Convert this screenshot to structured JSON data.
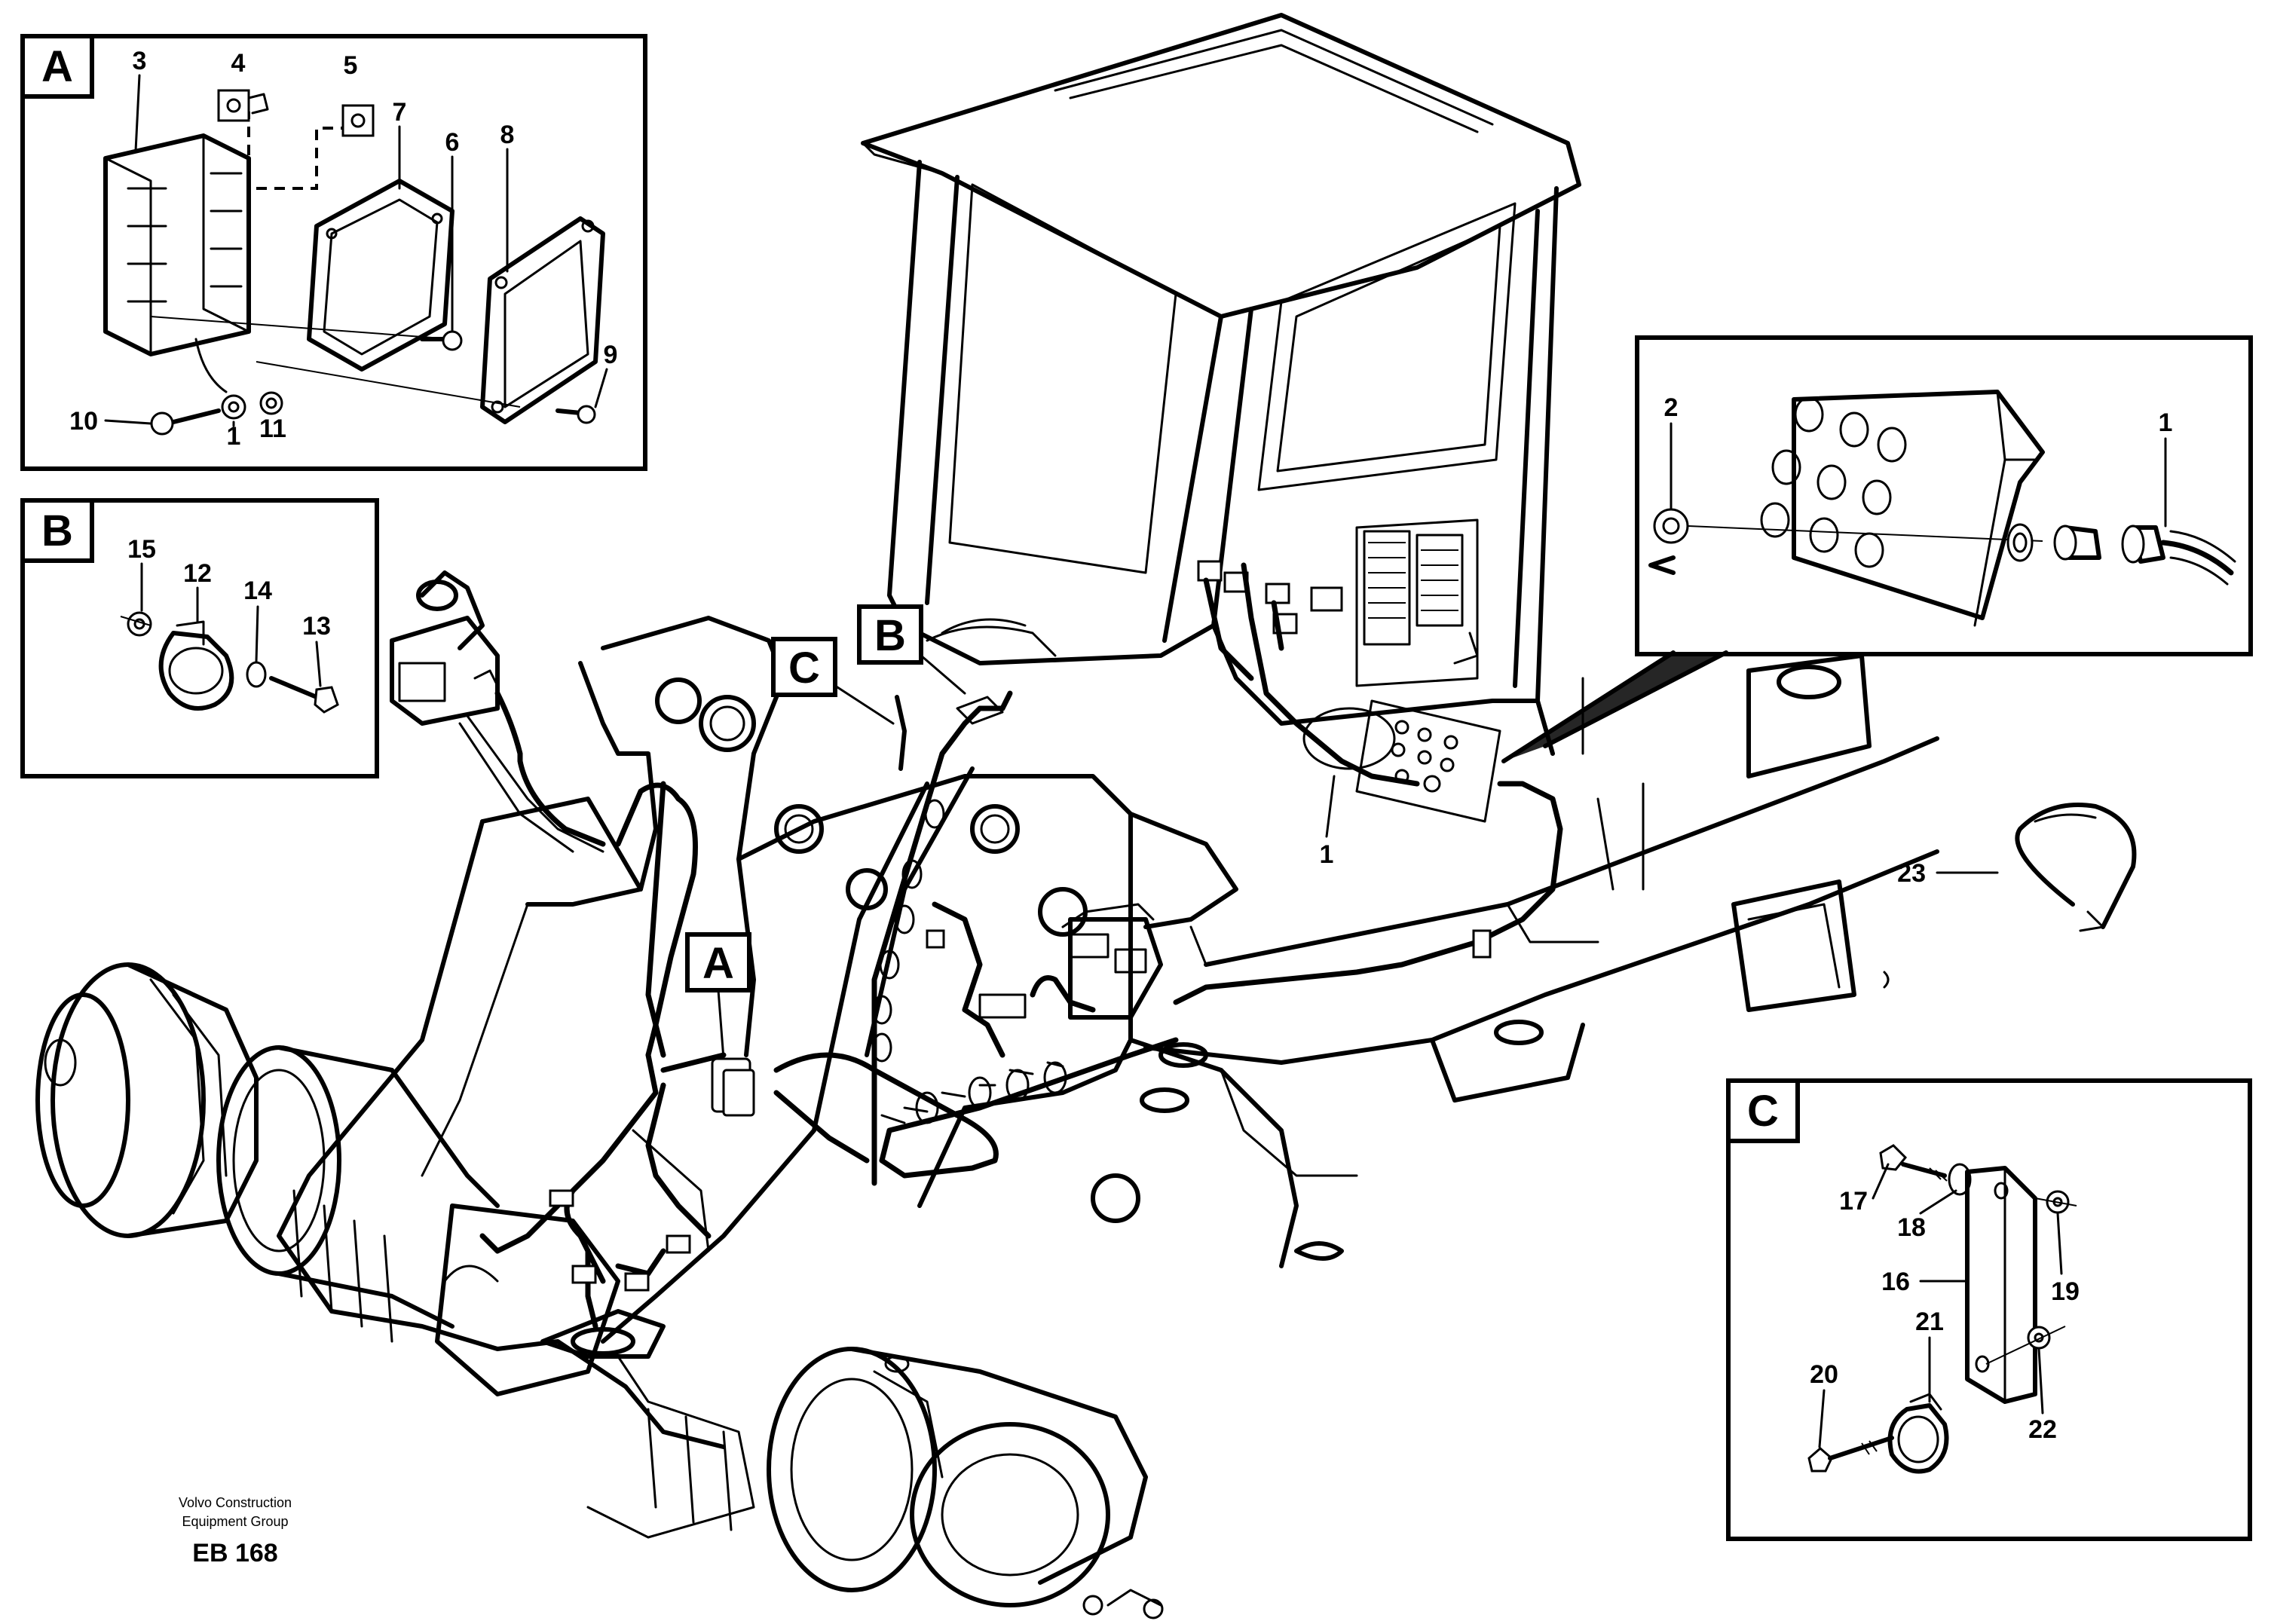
{
  "detail_views": {
    "a": {
      "label": "A",
      "callouts": [
        "3",
        "4",
        "5",
        "7",
        "6",
        "8",
        "9",
        "10",
        "1",
        "11"
      ]
    },
    "b": {
      "label": "B",
      "callouts": [
        "15",
        "12",
        "14",
        "13"
      ]
    },
    "c": {
      "label": "C",
      "callouts": [
        "17",
        "18",
        "16",
        "19",
        "21",
        "20",
        "22"
      ]
    },
    "inset": {
      "callouts": [
        "2",
        "1"
      ]
    }
  },
  "main_view": {
    "markers": [
      "C",
      "B",
      "A"
    ],
    "callouts": [
      "1",
      "23"
    ]
  },
  "footer": {
    "line1": "Volvo Construction",
    "line2": "Equipment Group",
    "code": "EB 168"
  }
}
